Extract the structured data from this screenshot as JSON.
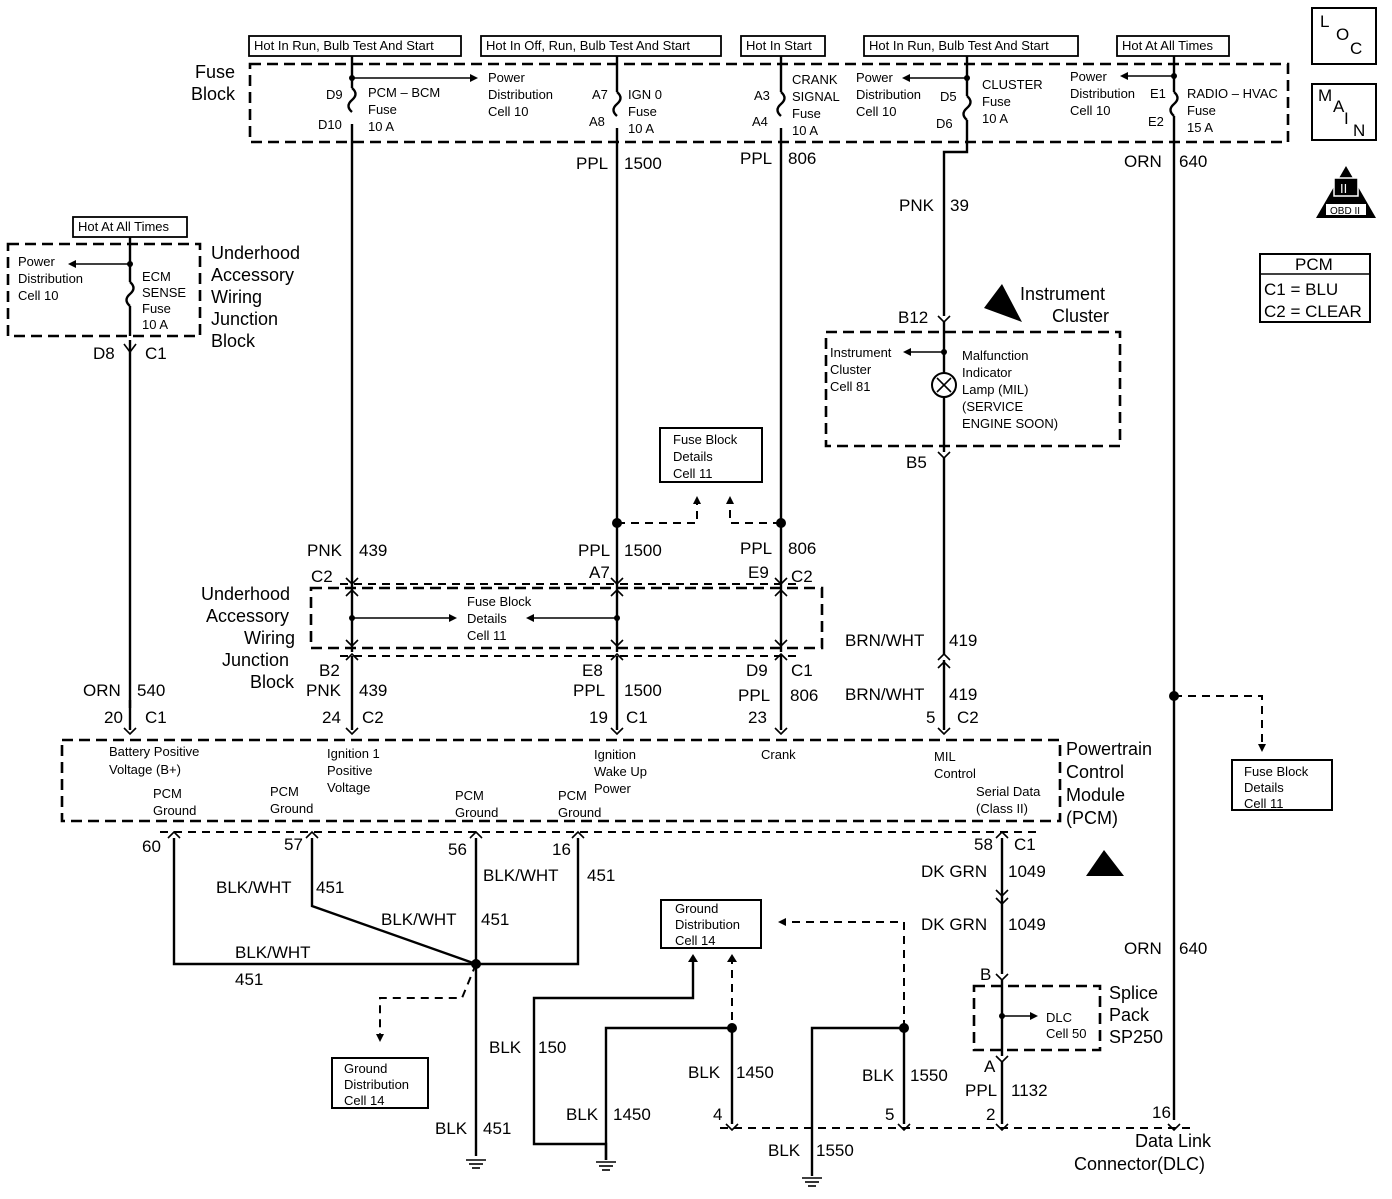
{
  "corner": {
    "loc": [
      "L",
      "O",
      "C"
    ],
    "main": [
      "M",
      "A",
      "I",
      "N"
    ],
    "obd_top": "II",
    "obd_bottom": "OBD II",
    "pcm_title": "PCM",
    "pcm_c1": "C1 = BLU",
    "pcm_c2": "C2 = CLEAR"
  },
  "hot": {
    "run_bulb_start": "Hot In Run, Bulb Test And Start",
    "off_run_bulb_start": "Hot In Off, Run, Bulb Test And Start",
    "start": "Hot In Start",
    "run_bulb_start_2": "Hot In Run, Bulb Test And Start",
    "all_times": "Hot At All Times",
    "all_times_uh": "Hot At All Times"
  },
  "fuse_block": {
    "title": [
      "Fuse",
      "Block"
    ],
    "pcm_bcm": {
      "pin_top": "D9",
      "pin_bot": "D10",
      "label": [
        "PCM – BCM",
        "Fuse",
        "10 A"
      ]
    },
    "ign0": {
      "pin_top": "A7",
      "pin_bot": "A8",
      "label": [
        "IGN 0",
        "Fuse",
        "10 A"
      ]
    },
    "crank": {
      "pin_top": "A3",
      "pin_bot": "A4",
      "label": [
        "CRANK",
        "SIGNAL",
        "Fuse",
        "10 A"
      ]
    },
    "cluster": {
      "pin_top": "D5",
      "pin_bot": "D6",
      "label": [
        "CLUSTER",
        "Fuse",
        "10 A"
      ]
    },
    "radio": {
      "pin_top": "E1",
      "pin_bot": "E2",
      "label": [
        "RADIO – HVAC",
        "Fuse",
        "15 A"
      ]
    },
    "pwr_dist_1": [
      "Power",
      "Distribution",
      "Cell 10"
    ],
    "pwr_dist_2": [
      "Power",
      "Distribution",
      "Cell 10"
    ],
    "pwr_dist_3": [
      "Power",
      "Distribution",
      "Cell 10"
    ]
  },
  "underhood_top": {
    "title": [
      "Underhood",
      "Accessory",
      "Wiring",
      "Junction",
      "Block"
    ],
    "pwr_dist": [
      "Power",
      "Distribution",
      "Cell 10"
    ],
    "fuse": [
      "ECM",
      "SENSE",
      "Fuse",
      "10 A"
    ],
    "conn_pin": "D8",
    "conn_id": "C1"
  },
  "instrument_cluster": {
    "title": [
      "Instrument",
      "Cluster"
    ],
    "pin_in": "B12",
    "pin_out": "B5",
    "cell_ref": [
      "Instrument",
      "Cluster",
      "Cell 81"
    ],
    "lamp": [
      "Malfunction",
      "Indicator",
      "Lamp (MIL)",
      "(SERVICE",
      "ENGINE SOON)"
    ]
  },
  "fuse_ref": [
    "Fuse Block",
    "Details",
    "Cell 11"
  ],
  "underhood_mid": {
    "title": [
      "Underhood",
      "Accessory",
      "Wiring",
      "Junction",
      "Block"
    ],
    "ref": [
      "Fuse Block",
      "Details",
      "Cell 11"
    ],
    "c2_left": "C2",
    "a7": "A7",
    "e9": "E9",
    "c2_right": "C2",
    "b2": "B2",
    "e8": "E8",
    "d9": "D9",
    "c1": "C1"
  },
  "wires": {
    "ppl_1500_top": [
      "PPL",
      "1500"
    ],
    "ppl_806_top": [
      "PPL",
      "806"
    ],
    "orn_640_top": [
      "ORN",
      "640"
    ],
    "pnk_39": [
      "PNK",
      "39"
    ],
    "pnk_439_a": [
      "PNK",
      "439"
    ],
    "ppl_1500_a": [
      "PPL",
      "1500"
    ],
    "ppl_806_a": [
      "PPL",
      "806"
    ],
    "brn_wht_419_a": [
      "BRN/WHT",
      "419"
    ],
    "orn_540": [
      "ORN",
      "540"
    ],
    "pnk_439_b": [
      "PNK",
      "439"
    ],
    "ppl_1500_b": [
      "PPL",
      "1500"
    ],
    "ppl_806_b": [
      "PPL",
      "806"
    ],
    "brn_wht_419_b": [
      "BRN/WHT",
      "419"
    ],
    "blk_wht_451_a": [
      "BLK/WHT",
      "451"
    ],
    "blk_wht_451_b": [
      "BLK/WHT",
      "451"
    ],
    "blk_wht_451_c": [
      "BLK/WHT",
      "451"
    ],
    "blk_wht_451_d": [
      "BLK/WHT",
      "451"
    ],
    "dk_grn_1049_a": [
      "DK GRN",
      "1049"
    ],
    "dk_grn_1049_b": [
      "DK GRN",
      "1049"
    ],
    "orn_640_low": [
      "ORN",
      "640"
    ],
    "blk_150": [
      "BLK",
      "150"
    ],
    "blk_1450_a": [
      "BLK",
      "1450"
    ],
    "blk_1450_b": [
      "BLK",
      "1450"
    ],
    "blk_1550_a": [
      "BLK",
      "1550"
    ],
    "blk_1550_b": [
      "BLK",
      "1550"
    ],
    "blk_451": [
      "BLK",
      "451"
    ],
    "ppl_1132": [
      "PPL",
      "1132"
    ]
  },
  "pcm": {
    "title": [
      "Powertrain",
      "Control",
      "Module",
      "(PCM)"
    ],
    "pin20": [
      "20",
      "C1"
    ],
    "pin24": [
      "24",
      "C2"
    ],
    "pin19": [
      "19",
      "C1"
    ],
    "pin23": [
      "23"
    ],
    "pin5": [
      "5",
      "C2"
    ],
    "bat": [
      "Battery Positive",
      "Voltage (B+)"
    ],
    "ign1": [
      "Ignition 1",
      "Positive",
      "Voltage"
    ],
    "ign_wake": [
      "Ignition",
      "Wake Up",
      "Power"
    ],
    "crank": [
      "Crank"
    ],
    "mil": [
      "MIL",
      "Control"
    ],
    "gnd1": [
      "PCM",
      "Ground"
    ],
    "gnd2": [
      "PCM",
      "Ground"
    ],
    "gnd3": [
      "PCM",
      "Ground"
    ],
    "gnd4": [
      "PCM",
      "Ground"
    ],
    "serial": [
      "Serial Data",
      "(Class II)"
    ],
    "pin60": "60",
    "pin57": "57",
    "pin56": "56",
    "pin16": "16",
    "pin58": [
      "58",
      "C1"
    ]
  },
  "fuse_ref_right": [
    "Fuse Block",
    "Details",
    "Cell 11"
  ],
  "ground_ref_mid": [
    "Ground",
    "Distribution",
    "Cell 14"
  ],
  "ground_ref_left": [
    "Ground",
    "Distribution",
    "Cell 14"
  ],
  "splice": {
    "title": [
      "Splice",
      "Pack",
      "SP250"
    ],
    "pin_top": "B",
    "pin_bot": "A",
    "ref": [
      "DLC",
      "Cell 50"
    ]
  },
  "dlc": {
    "title": [
      "Data Link",
      "Connector(DLC)"
    ],
    "pin4": "4",
    "pin5": "5",
    "pin2": "2",
    "pin16": "16"
  }
}
